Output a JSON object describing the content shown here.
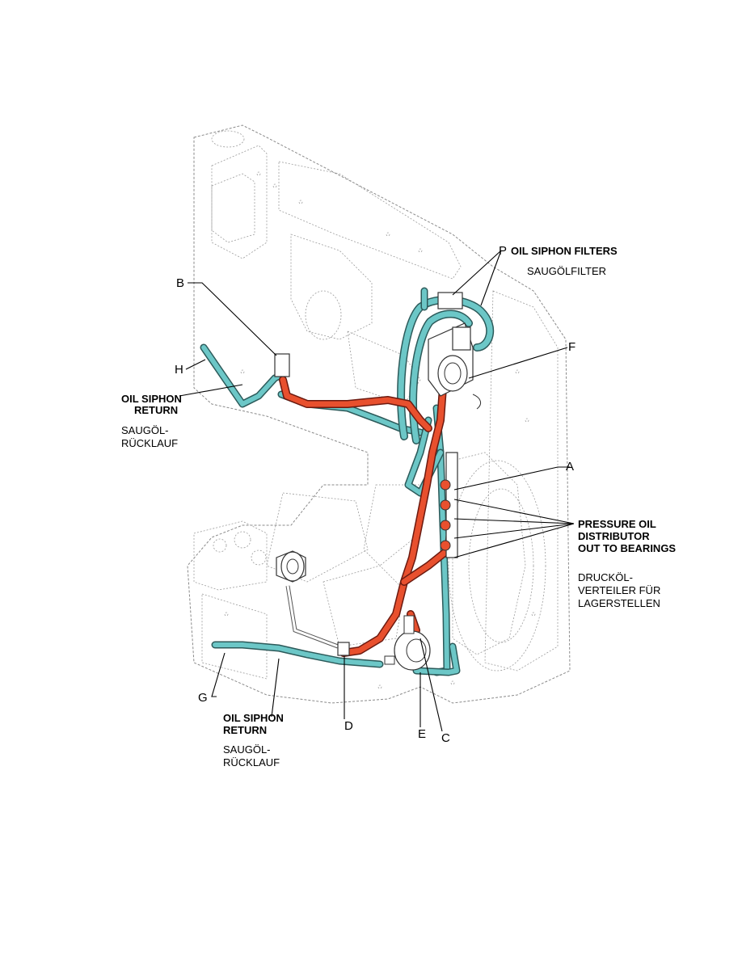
{
  "colors": {
    "pressure_oil": "#e8502e",
    "siphon_oil": "#6cc7c7",
    "outline": "#8a8a8a"
  },
  "callouts": {
    "P": "P",
    "F": "F",
    "A": "A",
    "B": "B",
    "H": "H",
    "D": "D",
    "E": "E",
    "C": "C",
    "G": "G"
  },
  "labels": {
    "oil_siphon_filters": "OIL SIPHON FILTERS",
    "saugoelfilter": "SAUGÖLFILTER",
    "oil_siphon_return_top": [
      "OIL SIPHON",
      "RETURN"
    ],
    "saugoel_ruecklauf_top": [
      "SAUGÖL-",
      "RÜCKLAUF"
    ],
    "pressure_oil_distributor": [
      "PRESSURE OIL",
      "DISTRIBUTOR",
      "OUT TO BEARINGS"
    ],
    "druckoel_verteiler": [
      "DRUCKÖL-",
      "VERTEILER FÜR",
      "LAGERSTELLEN"
    ],
    "oil_siphon_return_bottom": [
      "OIL SIPHON",
      "RETURN"
    ],
    "saugoel_ruecklauf_bottom": [
      "SAUGÖL-",
      "RÜCKLAUF"
    ]
  }
}
